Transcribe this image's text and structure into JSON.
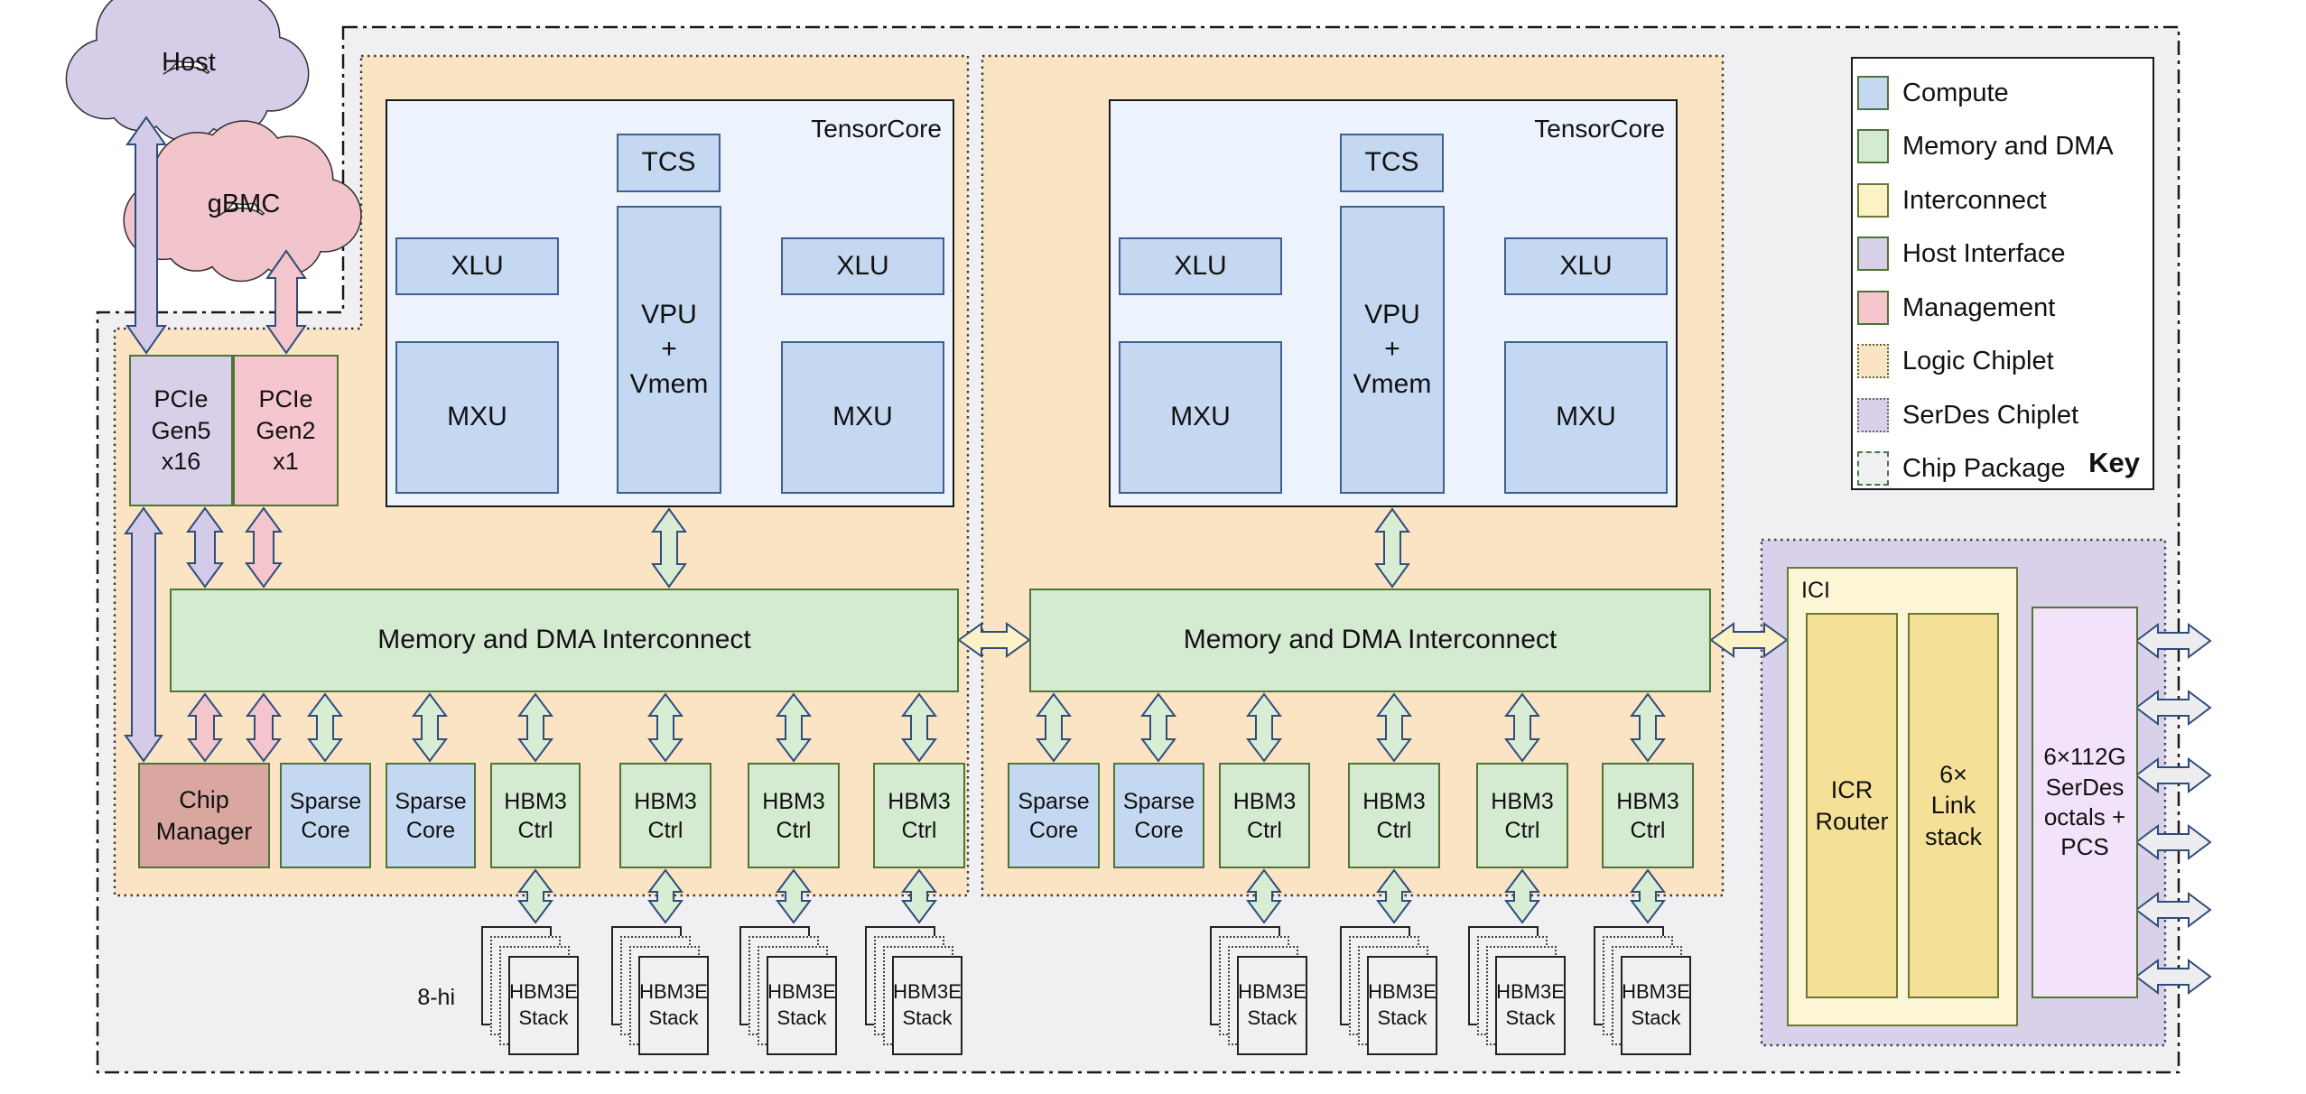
{
  "palette": {
    "compute_fill": "#c5d8f2",
    "compute_border": "#3f5e92",
    "memory_fill": "#d5ebd1",
    "green_border": "#4e7436",
    "olive_border": "#687a34",
    "host_fill": "#d8cfe9",
    "mgmt_fill": "#f6c6ce",
    "chipmgr_fill": "#d9a79f",
    "tc_fill": "#edf3fc",
    "logic_chiplet_fill": "#fbe4c3",
    "serdes_chiplet_fill": "#d8d1e9",
    "serdes_box_fill": "#f2e3fa",
    "package_fill": "#f0f0f2",
    "ici_bg": "#fcf5d6",
    "ici_box": "#f4e096",
    "stack_fill": "#f1f1f3",
    "arrow_stroke": "#2e4d7d",
    "arrow_lavender": "#d3cbe7",
    "arrow_pink": "#f5c5cd",
    "arrow_green": "#d9edd5",
    "arrow_yellow": "#fdf2c5",
    "arrow_gray": "#ededef",
    "arrow_blue": "#c5d8f2",
    "cloud_host": "#d6cde8",
    "cloud_gbmc": "#f2c4cb"
  },
  "clouds": {
    "host": "Host",
    "gbmc": "gBMC"
  },
  "pcie": {
    "gen5": "PCIe\nGen5\nx16",
    "gen2": "PCIe\nGen2\nx1"
  },
  "tensorcore": {
    "title": "TensorCore",
    "tcs": "TCS",
    "xlu": "XLU",
    "vpu": "VPU\n+\nVmem",
    "mxu": "MXU"
  },
  "interconnect": {
    "label": "Memory and DMA Interconnect"
  },
  "row": {
    "chip_manager": "Chip\nManager",
    "sparse_core": "Sparse\nCore",
    "hbm_ctrl": "HBM3\nCtrl"
  },
  "stacks": {
    "label": "HBM3E\nStack",
    "height_label": "8-hi"
  },
  "ici": {
    "title": "ICI",
    "icr_router": "ICR\nRouter",
    "link_stack": "6×\nLink\nstack"
  },
  "serdes": {
    "label": "6×112G\nSerDes\noctals +\nPCS"
  },
  "key": {
    "title": "Key",
    "items": [
      {
        "label": "Compute",
        "fill": "#c5d8f2",
        "border": "#4e7436",
        "border_style": "solid"
      },
      {
        "label": "Memory and DMA",
        "fill": "#d5ebd1",
        "border": "#4e7436",
        "border_style": "solid"
      },
      {
        "label": "Interconnect",
        "fill": "#fdf2c5",
        "border": "#687a34",
        "border_style": "solid"
      },
      {
        "label": "Host Interface",
        "fill": "#d8cfe9",
        "border": "#4e7436",
        "border_style": "solid"
      },
      {
        "label": "Management",
        "fill": "#f6c6ce",
        "border": "#4e7436",
        "border_style": "solid"
      },
      {
        "label": "Logic Chiplet",
        "fill": "#fbe4c3",
        "border": "#55663a",
        "border_style": "dotted"
      },
      {
        "label": "SerDes Chiplet",
        "fill": "#d8d1e9",
        "border": "#666677",
        "border_style": "dotted"
      },
      {
        "label": "Chip Package",
        "fill": "#f0f0f2",
        "border": "#3f7a3f",
        "border_style": "dashed"
      }
    ]
  }
}
